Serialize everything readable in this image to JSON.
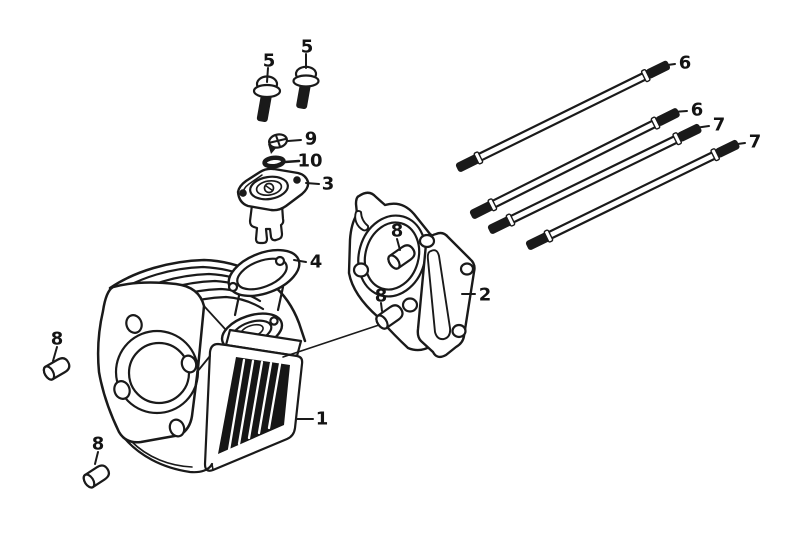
{
  "diagram": {
    "figure_type": "exploded-parts-diagram",
    "background_color": "#ffffff",
    "line_color": "#1a1a1a",
    "callouts": [
      {
        "part": "cylinder",
        "label": "1"
      },
      {
        "part": "head-gasket",
        "label": "2"
      },
      {
        "part": "tensioner-flange",
        "label": "3"
      },
      {
        "part": "port-gasket",
        "label": "4"
      },
      {
        "part": "flange-bolt-left",
        "label": "5"
      },
      {
        "part": "flange-bolt-right",
        "label": "5"
      },
      {
        "part": "stud-upper",
        "label": "6"
      },
      {
        "part": "stud-middle",
        "label": "6"
      },
      {
        "part": "stud-lower-a",
        "label": "7"
      },
      {
        "part": "stud-lower-b",
        "label": "7"
      },
      {
        "part": "dowel-pin-on-gasket",
        "label": "8"
      },
      {
        "part": "dowel-pin-center",
        "label": "8"
      },
      {
        "part": "dowel-pin-left-top",
        "label": "8"
      },
      {
        "part": "dowel-pin-left-bottom",
        "label": "8"
      },
      {
        "part": "slotted-screw",
        "label": "9"
      },
      {
        "part": "o-ring",
        "label": "10"
      }
    ]
  }
}
